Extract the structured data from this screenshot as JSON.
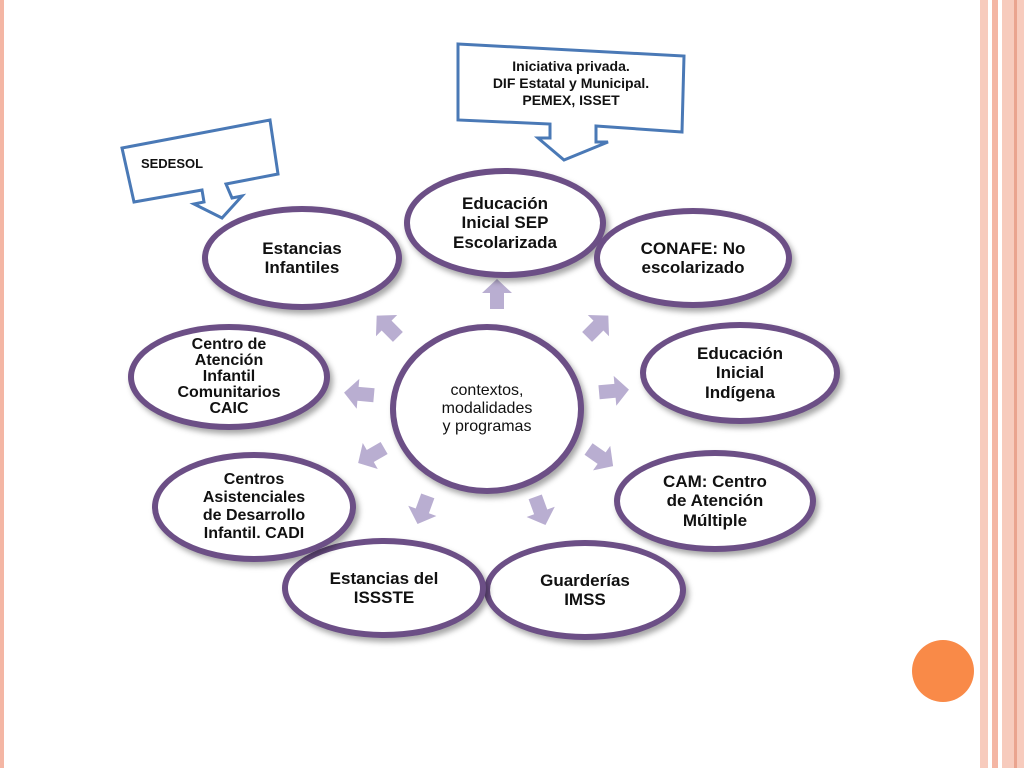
{
  "center": {
    "label": "contextos,\nmodalidades\ny programas"
  },
  "nodes": {
    "educacion_inicial_sep": "Educación\nInicial SEP\nEscolarizada",
    "conafe": "CONAFE:  No\nescolarizado",
    "educacion_inicial_indigena": "Educación\nInicial\nIndígena",
    "cam": "CAM: Centro\nde Atención\nMúltiple",
    "guarderias_imss": "Guarderías\nIMSS",
    "estancias_issste": "Estancias del\nISSSTE",
    "cadi": "Centros\nAsistenciales\nde Desarrollo\nInfantil. CADI",
    "caic": "Centro de\nAtención\nInfantil\nComunitarios\nCAIC",
    "estancias_infantiles": "Estancias\nInfantiles"
  },
  "callouts": {
    "top": "Iniciativa privada.\nDIF Estatal y Municipal.\nPEMEX, ISSET",
    "left": "SEDESOL"
  },
  "colors": {
    "ellipse_border": "#6c4f86",
    "arrow_fill": "#b9aed1",
    "callout_border": "#4a79b6",
    "accent_dot": "#f98a48",
    "frame": "#f4b6a4"
  }
}
